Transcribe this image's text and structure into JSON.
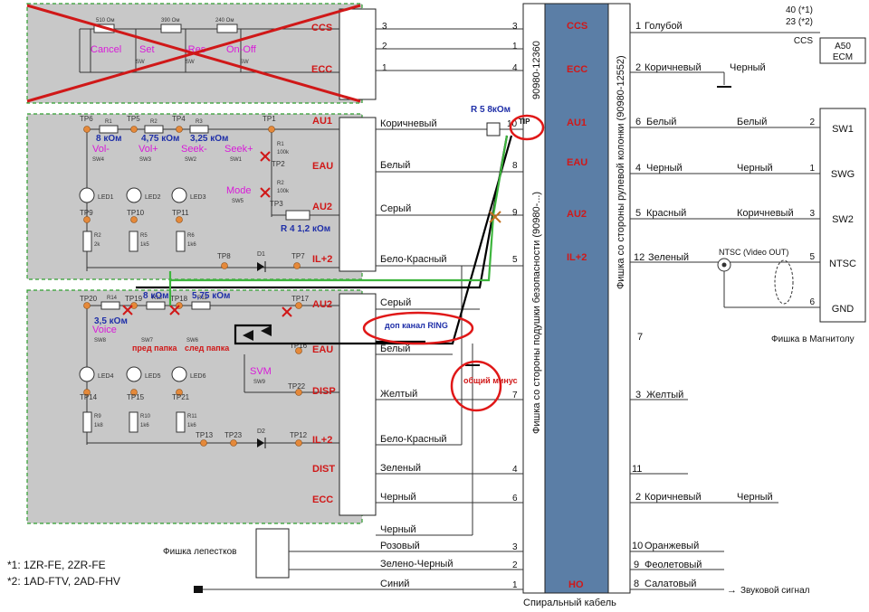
{
  "colors": {
    "panel": "#c8c8c8",
    "panel_border": "#2f9e2f",
    "cable": "#5b7ea6",
    "label_red": "#d01818",
    "label_magenta": "#d81ad8",
    "label_blue": "#1f2fa8",
    "wire_green": "#3db53d",
    "testpoint": "#e5893a"
  },
  "top_panel": {
    "resistors": [
      "510 Ом",
      "390 Ом",
      "240 Ом"
    ],
    "switches": [
      "Cancel",
      "Set",
      "-Res",
      "On-Off"
    ],
    "switch_ids": [
      "SW",
      "SW",
      "SW"
    ],
    "pins": [
      "CCS",
      "ECC"
    ],
    "connector_pins": [
      "3",
      "2",
      "1"
    ]
  },
  "mid_panel": {
    "testpoints": [
      "TP6",
      "TP5",
      "TP4",
      "TP1",
      "TP2",
      "TP3",
      "TP9",
      "TP10",
      "TP11",
      "TP8",
      "TP7"
    ],
    "resistors": [
      "R1",
      "R2",
      "R3",
      "R1",
      "R2",
      "R2",
      "R5",
      "R6"
    ],
    "resistor_values": [
      "8 кОм",
      "4,75 кОм",
      "3,25 кОм",
      "100k",
      "100k",
      "2k",
      "1k5",
      "1k6"
    ],
    "buttons": [
      "Vol-",
      "Vol+",
      "Seek-",
      "Seek+",
      "Mode"
    ],
    "switch_ids": [
      "SW4",
      "SW3",
      "SW2",
      "SW1",
      "SW5"
    ],
    "leds": [
      "LED1",
      "LED2",
      "LED3"
    ],
    "diode": "D1",
    "r4_label": "R 4 1,2 кОм",
    "pins": [
      "AU1",
      "EAU",
      "AU2",
      "IL+2"
    ]
  },
  "bottom_panel": {
    "testpoints": [
      "TP20",
      "TP19",
      "TP18",
      "TP17",
      "TP16",
      "TP14",
      "TP15",
      "TP21",
      "TP22",
      "TP13",
      "TP23",
      "TP12"
    ],
    "resistors": [
      "R14",
      "R13",
      "R12",
      "R9",
      "R10",
      "R11"
    ],
    "resistor_values": [
      "8 кОм",
      "5,75 кОм",
      "3,5 кОм",
      "1k8",
      "1k6",
      "1k6"
    ],
    "buttons": [
      "Voice",
      "SVM"
    ],
    "switch_ids": [
      "SW8",
      "SW7",
      "SW6",
      "SW9"
    ],
    "leds": [
      "LED4",
      "LED5",
      "LED6"
    ],
    "diode": "D2",
    "prev_folder": "пред папка",
    "next_folder": "след папка",
    "pins": [
      "AU2",
      "EAU",
      "DISP",
      "IL+2",
      "DIST",
      "ECC"
    ]
  },
  "mid_wires": [
    "Коричневый",
    "Белый",
    "Серый",
    "Бело-Красный",
    "Серый",
    "Белый",
    "Желтый",
    "Бело-Красный",
    "Зеленый",
    "Черный",
    "Черный",
    "Розовый",
    "Зелено-Черный",
    "Синий"
  ],
  "airbag_pins": [
    "3",
    "1",
    "4",
    "10",
    "8",
    "9",
    "5",
    "7",
    "4",
    "6",
    "3",
    "2",
    "1"
  ],
  "r5_label": "R 5  8кОм",
  "tip_label": "TIP",
  "ring_label": "доп канал RING",
  "ground_label": "общий минус",
  "airbag_connector_code": "90980-12360",
  "airbag_side_label": "Фишка со стороны подушки безопасности (90980-...)",
  "cable_pins": [
    "CCS",
    "ECC",
    "AU1",
    "EAU",
    "AU2",
    "IL+2",
    "HO"
  ],
  "cable_label": "Спиральный кабель",
  "column_side_label": "Фишка со стороны рулевой колонки (90980-12552)",
  "right_wires": [
    {
      "pin": "1",
      "color": "Голубой"
    },
    {
      "pin": "2",
      "color": "Коричневый"
    },
    {
      "pin": "6",
      "color": "Белый"
    },
    {
      "pin": "4",
      "color": "Черный"
    },
    {
      "pin": "5",
      "color": "Красный"
    },
    {
      "pin": "12",
      "color": "Зеленый"
    },
    {
      "pin": "7",
      "color": ""
    },
    {
      "pin": "3",
      "color": "Желтый"
    },
    {
      "pin": "11",
      "color": ""
    },
    {
      "pin": "2",
      "color": "Коричневый"
    },
    {
      "pin": "10",
      "color": "Оранжевый"
    },
    {
      "pin": "9",
      "color": "Феолетовый"
    },
    {
      "pin": "8",
      "color": "Салатовый"
    }
  ],
  "right_wire_extra": [
    "Черный",
    "Белый",
    "Черный",
    "Коричневый",
    "Черный"
  ],
  "ecm": {
    "pins": [
      "40 (*1)",
      "23 (*2)"
    ],
    "signal": "CCS",
    "name": "A50",
    "type": "ECM"
  },
  "radio": {
    "pins": [
      "SW1",
      "SWG",
      "SW2",
      "NTSC",
      "GND"
    ],
    "pin_numbers": [
      "2",
      "1",
      "3",
      "5",
      "6"
    ],
    "ntsc_note": "NTSC (Video OUT)",
    "label": "Фишка в Магнитолу"
  },
  "petal_label": "Фишка лепестков",
  "horn_label": "Звуковой сигнал",
  "footnotes": [
    "*1: 1ZR-FE, 2ZR-FE",
    "*2: 1AD-FTV, 2AD-FHV"
  ]
}
